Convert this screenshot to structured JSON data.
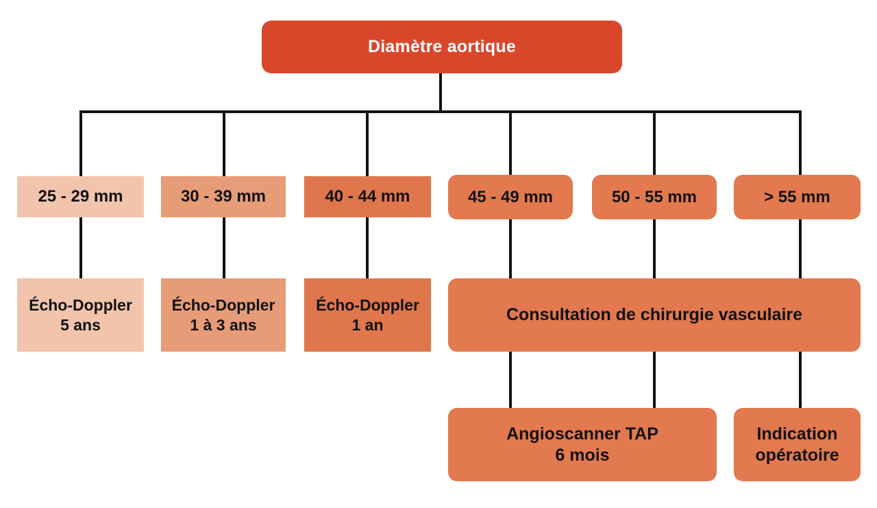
{
  "diagram": {
    "title": "Diamètre aortique",
    "language": "fr",
    "palette": {
      "root": "#d9472b",
      "tone_light": "#f2c4ac",
      "tone_medium": "#e79c78",
      "tone_dark": "#e0764c",
      "tone_rounded": "#e2794f",
      "connector": "#111111",
      "background": "#ffffff",
      "text_dark": "#111111",
      "text_light": "#ffffff"
    },
    "root_node": {
      "label": "Diamètre aortique"
    },
    "ranges": [
      {
        "label": "25 - 29 mm",
        "tone": "tone-1",
        "shape": "square"
      },
      {
        "label": "30 - 39 mm",
        "tone": "tone-2",
        "shape": "square"
      },
      {
        "label": "40 - 44 mm",
        "tone": "tone-3",
        "shape": "square"
      },
      {
        "label": "45 - 49 mm",
        "tone": "tone-4",
        "shape": "rounded"
      },
      {
        "label": "50 - 55 mm",
        "tone": "tone-4",
        "shape": "rounded"
      },
      {
        "label": "> 55 mm",
        "tone": "tone-4",
        "shape": "rounded"
      }
    ],
    "actions": [
      {
        "label": "Écho-Doppler\n5 ans",
        "tone": "tone-1",
        "shape": "square"
      },
      {
        "label": "Écho-Doppler\n1 à 3 ans",
        "tone": "tone-2",
        "shape": "square"
      },
      {
        "label": "Écho-Doppler\n1 an",
        "tone": "tone-3",
        "shape": "square"
      }
    ],
    "consultation": {
      "label": "Consultation de chirurgie vasculaire",
      "tone": "tone-4",
      "shape": "rounded"
    },
    "outcomes": [
      {
        "label": "Angioscanner TAP\n6 mois",
        "tone": "tone-4",
        "shape": "rounded"
      },
      {
        "label": "Indication\nopératoire",
        "tone": "tone-4",
        "shape": "rounded"
      }
    ]
  }
}
